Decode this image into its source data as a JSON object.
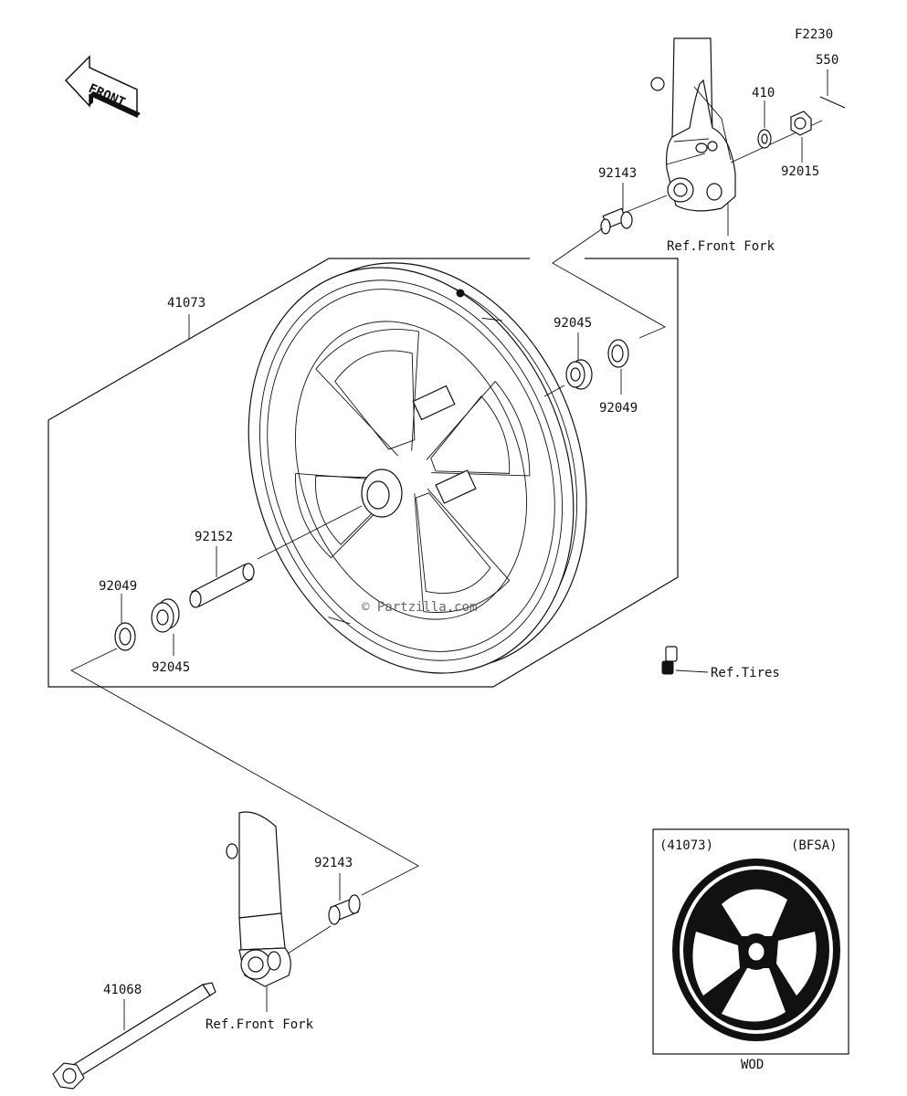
{
  "diagram": {
    "code": "F2230",
    "front_arrow": "FRONT",
    "watermark": "© Partzilla.com",
    "inset": {
      "ref_left": "(41073)",
      "ref_right": "(BFSA)",
      "caption": "WOD"
    },
    "parts": {
      "p550": "550",
      "p410": "410",
      "p92015": "92015",
      "p92143_top": "92143",
      "ref_front_fork_top": "Ref.Front Fork",
      "p41073": "41073",
      "p92045_right": "92045",
      "p92049_right": "92049",
      "p92152": "92152",
      "p92049_left": "92049",
      "p92045_left": "92045",
      "ref_tires": "Ref.Tires",
      "p92143_bottom": "92143",
      "p41068": "41068",
      "ref_front_fork_bottom": "Ref.Front Fork"
    }
  }
}
